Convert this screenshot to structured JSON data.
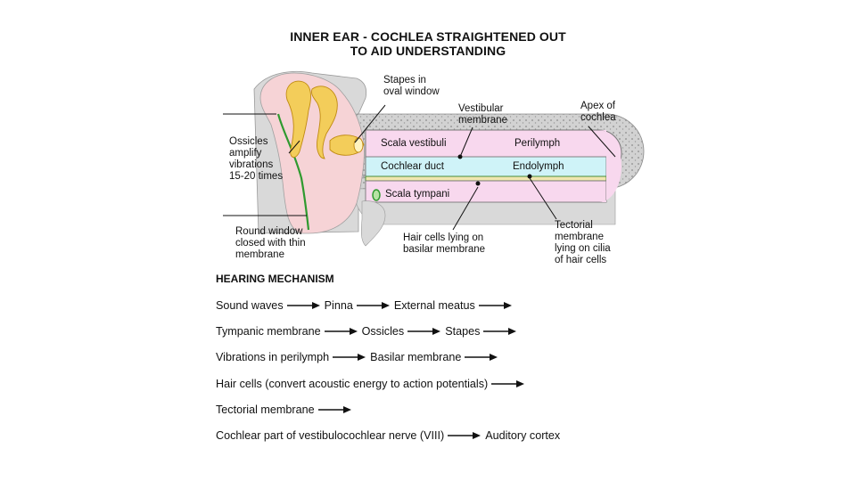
{
  "title": {
    "line1": "INNER EAR - COCHLEA STRAIGHTENED OUT",
    "line2": "TO AID UNDERSTANDING"
  },
  "labels": {
    "stapes_1": "Stapes in",
    "stapes_2": "oval window",
    "vestibular_1": "Vestibular",
    "vestibular_2": "membrane",
    "apex_1": "Apex of",
    "apex_2": "cochlea",
    "ossicles_1": "Ossicles",
    "ossicles_2": "amplify",
    "ossicles_3": "vibrations",
    "ossicles_4": "15-20 times",
    "scala_vestibuli": "Scala vestibuli",
    "perilymph": "Perilymph",
    "cochlear_duct": "Cochlear duct",
    "endolymph": "Endolymph",
    "scala_tympani": "Scala tympani",
    "round_window_1": "Round window",
    "round_window_2": "closed with thin",
    "round_window_3": "membrane",
    "hair_cells_1": "Hair cells lying on",
    "hair_cells_2": "basilar membrane",
    "tectorial_1": "Tectorial",
    "tectorial_2": "membrane",
    "tectorial_3": "lying on cilia",
    "tectorial_4": "of hair cells"
  },
  "mechanism": {
    "heading": "HEARING MECHANISM",
    "rows": [
      {
        "steps": [
          "Sound waves",
          "Pinna",
          "External meatus"
        ],
        "trailing_arrow": true
      },
      {
        "steps": [
          "Tympanic membrane",
          "Ossicles",
          "Stapes"
        ],
        "trailing_arrow": true
      },
      {
        "steps": [
          "Vibrations in perilymph",
          "Basilar membrane"
        ],
        "trailing_arrow": true
      },
      {
        "steps": [
          "Hair cells (convert acoustic energy to action potentials)"
        ],
        "trailing_arrow": true
      },
      {
        "steps": [
          "Tectorial membrane"
        ],
        "trailing_arrow": true
      },
      {
        "steps": [
          "Cochlear part of vestibulocochlear nerve (VIII)",
          "Auditory cortex"
        ],
        "trailing_arrow": false
      }
    ]
  },
  "colors": {
    "ear_pink": "#f6d3d6",
    "ossicle_yellow": "#f3cd5a",
    "bone_gray": "#cfcfcf",
    "scala_pink": "#f8d8ee",
    "duct_cyan": "#cff3f8",
    "basilar_green": "#4a8c3a",
    "green_line": "#2f9a2f"
  }
}
